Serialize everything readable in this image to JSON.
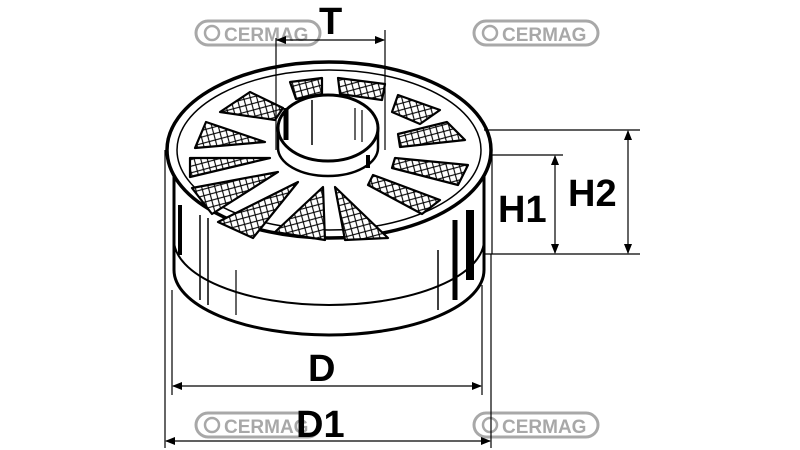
{
  "diagram": {
    "subject": "cylindrical air filter element with radial mesh top",
    "dimensions": {
      "T": "T",
      "H1": "H1",
      "H2": "H2",
      "D": "D",
      "D1": "D1"
    },
    "watermark": {
      "brand": "CERMAG",
      "color": "#9a9a9a"
    },
    "colors": {
      "line": "#000000",
      "background": "#ffffff"
    }
  }
}
